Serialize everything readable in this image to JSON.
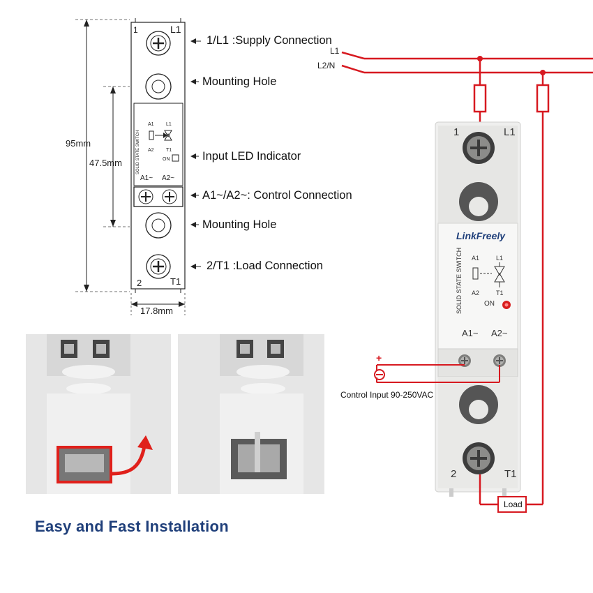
{
  "dimensions": {
    "height_total": "95mm",
    "height_mid": "47.5mm",
    "width": "17.8mm"
  },
  "callouts": {
    "supply": "1/L1 :Supply Connection",
    "mount_top": "Mounting Hole",
    "led": "Input LED Indicator",
    "control": "A1~/A2~: Control Connection",
    "mount_bottom": "Mounting Hole",
    "load": "2/T1 :Load Connection"
  },
  "device_small": {
    "top_left": "1",
    "top_right": "L1",
    "bottom_left": "2",
    "bottom_right": "T1",
    "vertical_text": "SOLID STATE SWITCH",
    "a1": "A1",
    "a2": "A2",
    "l1": "L1",
    "t1": "T1",
    "on": "ON",
    "a1_term": "A1~",
    "a2_term": "A2~"
  },
  "device_large": {
    "top_left": "1",
    "top_right": "L1",
    "bottom_left": "2",
    "bottom_right": "T1",
    "brand": "LinkFreely",
    "vertical_text": "SOLID STATE SWITCH",
    "a1": "A1",
    "a2": "A2",
    "l1": "L1",
    "t1": "T1",
    "on": "ON",
    "a1_term": "A1~",
    "a2_term": "A2~"
  },
  "wiring": {
    "line1": "L1",
    "line2": "L2/N",
    "plus": "+",
    "minus": "−",
    "control_input": "Control Input 90-250VAC",
    "load": "Load",
    "wire_color": "#d71920"
  },
  "title": "Easy and Fast Installation",
  "colors": {
    "title": "#1f3f7a",
    "arrow_red": "#e0201b",
    "led_red": "#d81e1e"
  }
}
